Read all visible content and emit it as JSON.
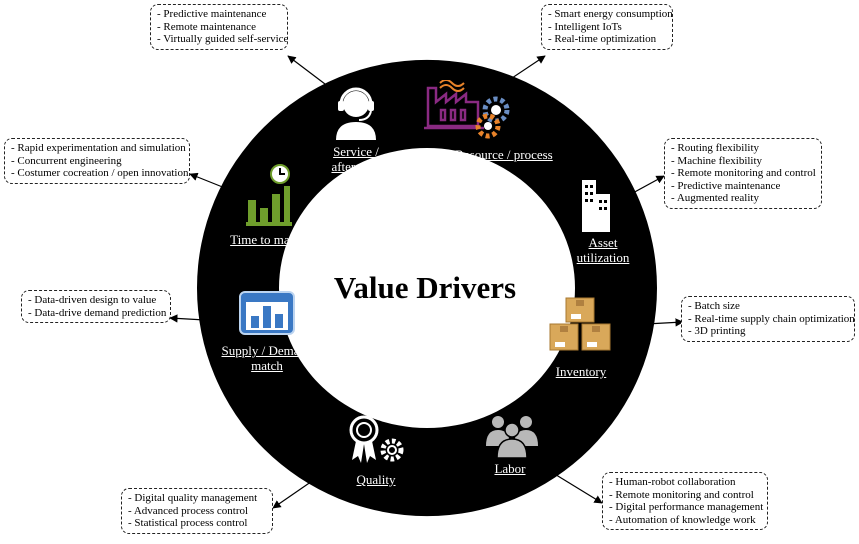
{
  "title": "Value Drivers",
  "drivers": [
    {
      "label": "Service / aftersales",
      "icon": "headset-person-icon",
      "items": [
        "Predictive maintenance",
        "Remote maintenance",
        "Virtually guided self-service"
      ]
    },
    {
      "label": "Resource / process",
      "icon": "factory-gears-icon",
      "items": [
        "Smart energy consumption",
        "Intelligent IoTs",
        "Real-time optimization"
      ]
    },
    {
      "label": "Asset utilization",
      "icon": "building-icon",
      "items": [
        "Routing flexibility",
        "Machine flexibility",
        "Remote monitoring and control",
        "Predictive maintenance",
        "Augmented reality"
      ]
    },
    {
      "label": "Inventory",
      "icon": "boxes-icon",
      "items": [
        "Batch size",
        "Real-time supply chain optimization",
        "3D printing"
      ]
    },
    {
      "label": "Labor",
      "icon": "people-group-icon",
      "items": [
        "Human-robot collaboration",
        "Remote monitoring and control",
        "Digital performance management",
        "Automation of knowledge work"
      ]
    },
    {
      "label": "Quality",
      "icon": "award-gear-icon",
      "items": [
        "Digital quality management",
        "Advanced process control",
        "Statistical process control"
      ]
    },
    {
      "label": "Supply / Demand match",
      "icon": "bar-window-icon",
      "items": [
        "Data-driven design to value",
        "Data-drive demand prediction"
      ]
    },
    {
      "label": "Time to market",
      "icon": "clock-chart-icon",
      "items": [
        "Rapid experimentation and simulation",
        "Concurrent engineering",
        "Costumer cocreation / open innovation"
      ]
    }
  ],
  "colors": {
    "ring": "#000000",
    "green": "#6f9e2c",
    "purple": "#8a2a82",
    "orange": "#e8832a",
    "blue": "#3a78c4",
    "tan": "#d9a85a"
  }
}
